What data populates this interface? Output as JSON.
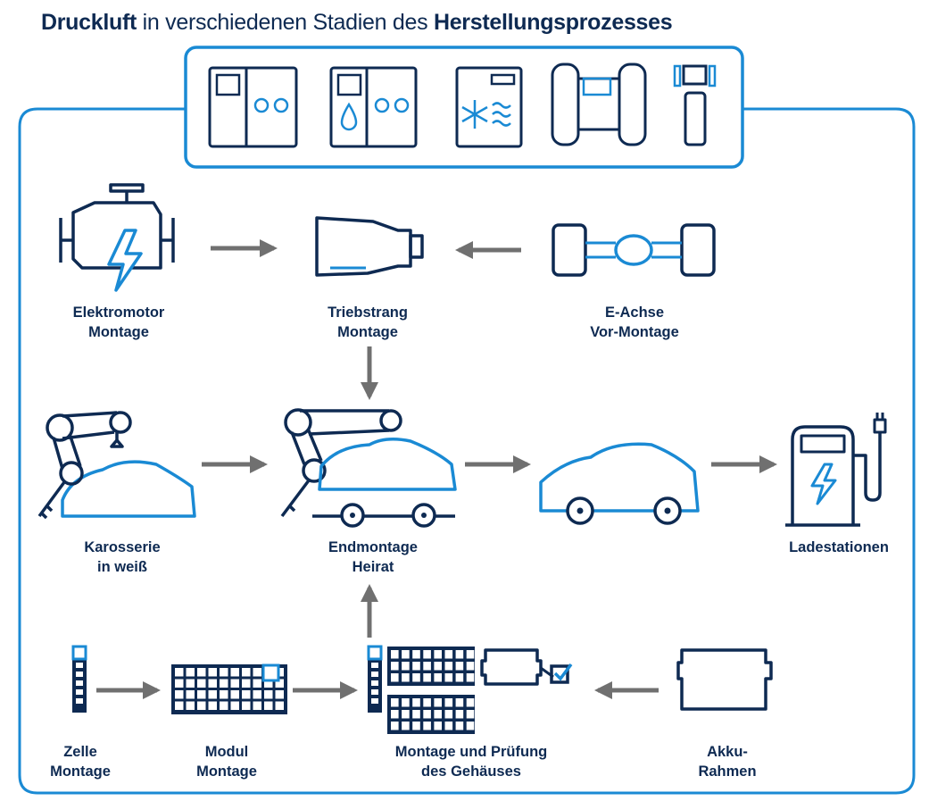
{
  "title": {
    "bold1": "Druckluft",
    "regular": " in verschiedenen Stadien des ",
    "bold2": "Herstellungsprozesses"
  },
  "colors": {
    "navy": "#0e2a52",
    "blue": "#1a8ad4",
    "arrow": "#707070",
    "frame": "#1a8ad4"
  },
  "equipment_icons": [
    "compressor-icon",
    "oil-compressor-icon",
    "dryer-icon",
    "tank-icon",
    "filter-icon"
  ],
  "stations": {
    "elektromotor": {
      "line1": "Elektromotor",
      "line2": "Montage",
      "icon": "engine-icon"
    },
    "triebstrang": {
      "line1": "Triebstrang",
      "line2": "Montage",
      "icon": "gearbox-icon"
    },
    "eachse": {
      "line1": "E-Achse",
      "line2": "Vor-Montage",
      "icon": "axle-icon"
    },
    "karosserie": {
      "line1": "Karosserie",
      "line2": "in weiß",
      "icon": "robot-car-body-icon"
    },
    "endmontage": {
      "line1": "Endmontage",
      "line2": "Heirat",
      "icon": "robot-car-wheels-icon"
    },
    "auto": {
      "icon": "car-icon"
    },
    "ladestationen": {
      "line1": "Ladestationen",
      "icon": "charging-station-icon"
    },
    "zelle": {
      "line1": "Zelle",
      "line2": "Montage",
      "icon": "cell-stack-icon"
    },
    "modul": {
      "line1": "Modul",
      "line2": "Montage",
      "icon": "module-grid-icon"
    },
    "gehaeuse": {
      "line1": "Montage und Prüfung",
      "line2": "des Gehäuses",
      "icon": "housing-check-icon"
    },
    "akku": {
      "line1": "Akku-",
      "line2": "Rahmen",
      "icon": "battery-frame-icon"
    }
  }
}
